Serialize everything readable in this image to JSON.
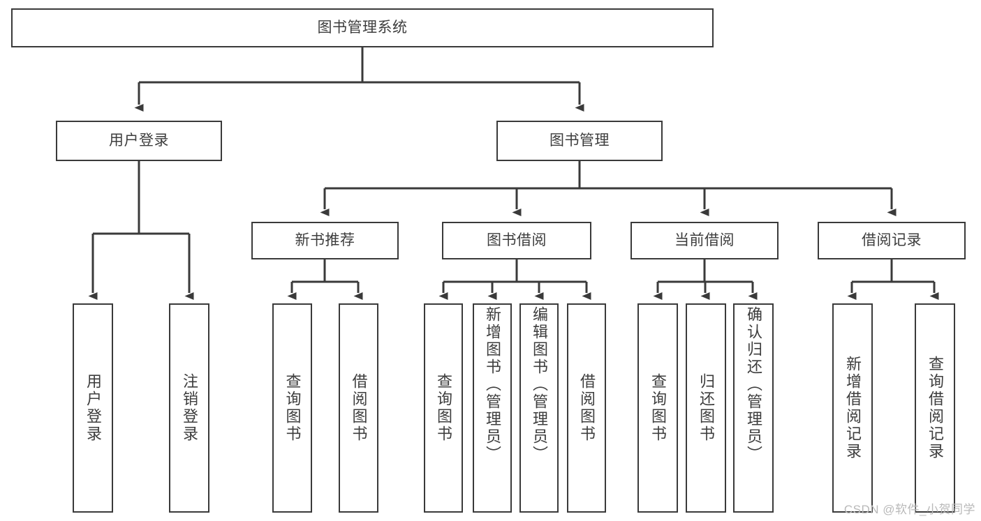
{
  "diagram": {
    "type": "tree-hierarchy-chart",
    "title_text": "图书管理系统",
    "colors": {
      "stroke": "#3a3a3a",
      "text": "#3d3d3d",
      "background": "#ffffff",
      "watermark": "#b9b9b9"
    },
    "root": {
      "label": "图书管理系统"
    },
    "level2": [
      {
        "label": "用户登录"
      },
      {
        "label": "图书管理"
      }
    ],
    "level3": [
      {
        "label": "新书推荐"
      },
      {
        "label": "图书借阅"
      },
      {
        "label": "当前借阅"
      },
      {
        "label": "借阅记录"
      }
    ],
    "leaves": [
      {
        "label": "用户登录",
        "parent": "用户登录",
        "align": "mid"
      },
      {
        "label": "注销登录",
        "parent": "用户登录",
        "align": "mid"
      },
      {
        "label": "查询图书",
        "parent": "新书推荐",
        "align": "mid"
      },
      {
        "label": "借阅图书",
        "parent": "新书推荐",
        "align": "mid"
      },
      {
        "label": "查询图书",
        "parent": "图书借阅",
        "align": "mid"
      },
      {
        "label": "新增图书（管理员）",
        "parent": "图书借阅",
        "align": "top"
      },
      {
        "label": "编辑图书（管理员）",
        "parent": "图书借阅",
        "align": "top"
      },
      {
        "label": "借阅图书",
        "parent": "图书借阅",
        "align": "mid"
      },
      {
        "label": "查询图书",
        "parent": "当前借阅",
        "align": "mid"
      },
      {
        "label": "归还图书",
        "parent": "当前借阅",
        "align": "mid"
      },
      {
        "label": "确认归还（管理员）",
        "parent": "当前借阅",
        "align": "top"
      },
      {
        "label": "新增借阅记录",
        "parent": "借阅记录",
        "align": "mid"
      },
      {
        "label": "查询借阅记录",
        "parent": "借阅记录",
        "align": "mid"
      }
    ],
    "watermark": "CSDN @软件_小贺同学"
  }
}
